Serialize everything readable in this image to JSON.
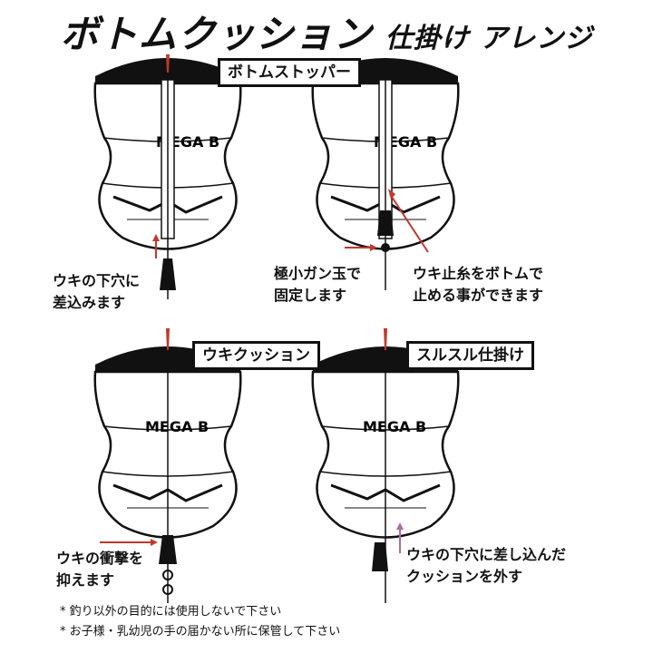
{
  "title": "ボトムクッション",
  "title_sub": "仕掛け アレンジ",
  "panels": [
    {
      "label": "",
      "float_brand": "MEGA B",
      "caption_lines": [
        "ウキの下穴に",
        "差込みます"
      ]
    },
    {
      "label": "ボトムストッパー",
      "float_brand": "MEGA B",
      "caption_left_lines": [
        "極小ガン玉で",
        "固定します"
      ],
      "caption_right_lines": [
        "ウキ止糸をボトムで",
        "止める事ができます"
      ]
    },
    {
      "label": "ウキクッション",
      "float_brand": "MEGA B",
      "caption_lines": [
        "ウキの衝撃を",
        "抑えます"
      ]
    },
    {
      "label": "スルスル仕掛け",
      "float_brand": "MEGA B",
      "caption_lines": [
        "ウキの下穴に差し込んだ",
        "クッションを外す"
      ]
    }
  ],
  "notes": [
    "* 釣り以外の目的には使用しないで下さい",
    "* お子様・乳幼児の手の届かない所に保管して下さい"
  ],
  "colors": {
    "arrow": "#c0392b",
    "arrow_alt": "#b06aa0",
    "ink": "#111111"
  }
}
